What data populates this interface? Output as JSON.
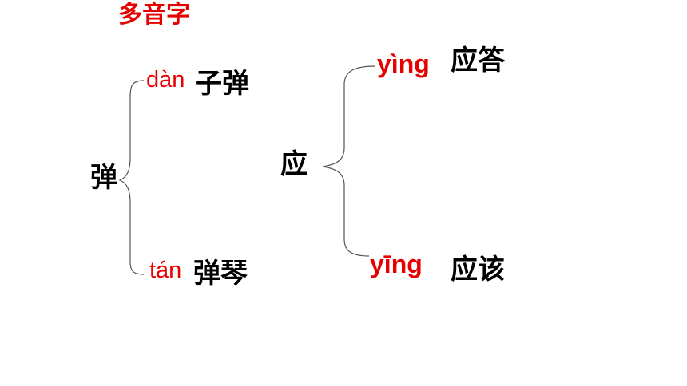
{
  "title": "多音字",
  "groups": [
    {
      "char": "弹",
      "readings": [
        {
          "pinyin": "dàn",
          "word": "子弹"
        },
        {
          "pinyin": "tán",
          "word": "弹琴"
        }
      ]
    },
    {
      "char": "应",
      "readings": [
        {
          "pinyin": "yìng",
          "word": "应答"
        },
        {
          "pinyin": "yīng",
          "word": "应该"
        }
      ]
    }
  ],
  "colors": {
    "accent": "#e60000",
    "text": "#000000",
    "brace": "#555555"
  }
}
